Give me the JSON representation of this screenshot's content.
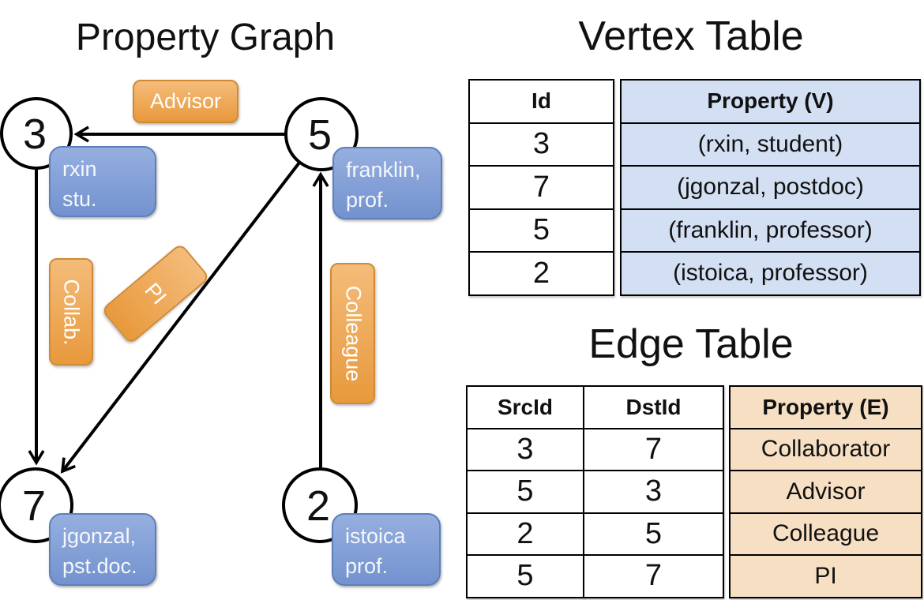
{
  "graph": {
    "title": "Property Graph",
    "vertices": [
      {
        "id": "3",
        "lines": [
          "rxin",
          "stu."
        ]
      },
      {
        "id": "5",
        "lines": [
          "franklin,",
          "prof."
        ]
      },
      {
        "id": "7",
        "lines": [
          "jgonzal,",
          "pst.doc."
        ]
      },
      {
        "id": "2",
        "lines": [
          "istoica",
          "prof."
        ]
      }
    ],
    "edge_labels": {
      "advisor": "Advisor",
      "collab": "Collab.",
      "pi": "PI",
      "colleague": "Colleague"
    }
  },
  "vertex_table": {
    "title": "Vertex Table",
    "headers": {
      "id": "Id",
      "property": "Property (V)"
    },
    "rows": [
      {
        "id": "3",
        "property": "(rxin, student)"
      },
      {
        "id": "7",
        "property": "(jgonzal, postdoc)"
      },
      {
        "id": "5",
        "property": "(franklin, professor)"
      },
      {
        "id": "2",
        "property": "(istoica, professor)"
      }
    ]
  },
  "edge_table": {
    "title": "Edge Table",
    "headers": {
      "src": "SrcId",
      "dst": "DstId",
      "property": "Property (E)"
    },
    "rows": [
      {
        "src": "3",
        "dst": "7",
        "property": "Collaborator"
      },
      {
        "src": "5",
        "dst": "3",
        "property": "Advisor"
      },
      {
        "src": "2",
        "dst": "5",
        "property": "Colleague"
      },
      {
        "src": "5",
        "dst": "7",
        "property": "PI"
      }
    ]
  },
  "colors": {
    "edge_label_fill_top": "#f4bc7a",
    "edge_label_fill_bottom": "#e8993c",
    "edge_label_border": "#d08a35",
    "node_box_fill_top": "#96afe0",
    "node_box_fill_bottom": "#7392ce",
    "node_box_border": "#5d80bb",
    "vertex_property_cell": "#d3dff2",
    "edge_property_cell": "#f6dfc3",
    "line_color": "#000000"
  }
}
